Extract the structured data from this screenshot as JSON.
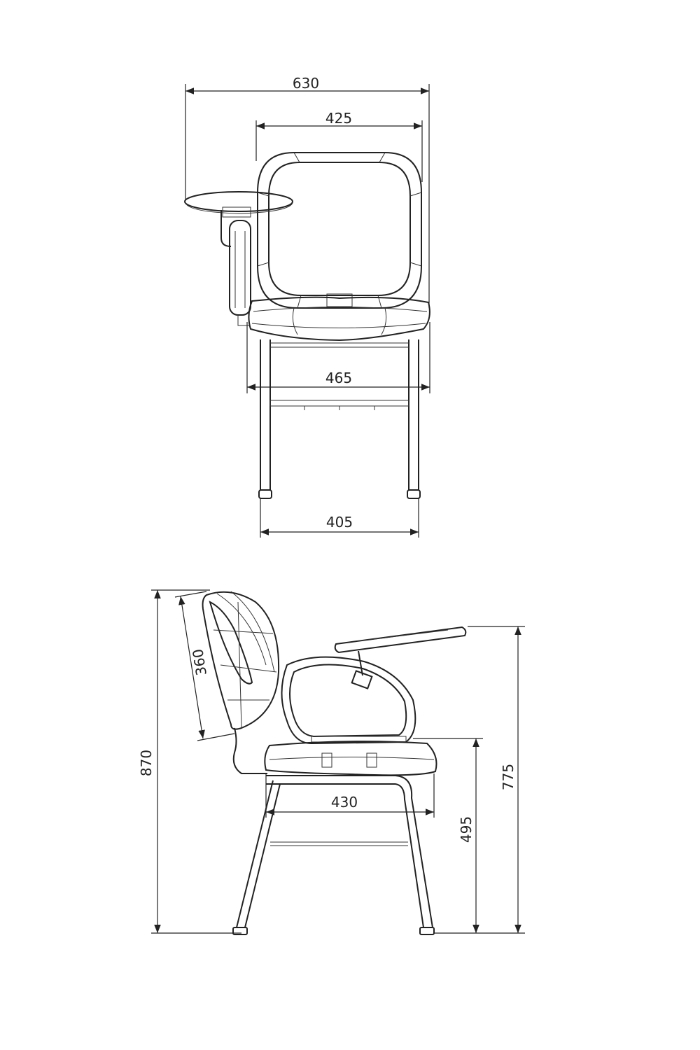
{
  "front_view": {
    "dimensions": {
      "overall_width": "630",
      "backrest_width": "425",
      "seat_width": "465",
      "leg_span": "405"
    }
  },
  "side_view": {
    "dimensions": {
      "overall_height": "870",
      "backrest_height": "360",
      "seat_depth": "430",
      "seat_height": "495",
      "tablet_height": "775"
    }
  },
  "colors": {
    "line": "#222222",
    "background": "#ffffff"
  }
}
